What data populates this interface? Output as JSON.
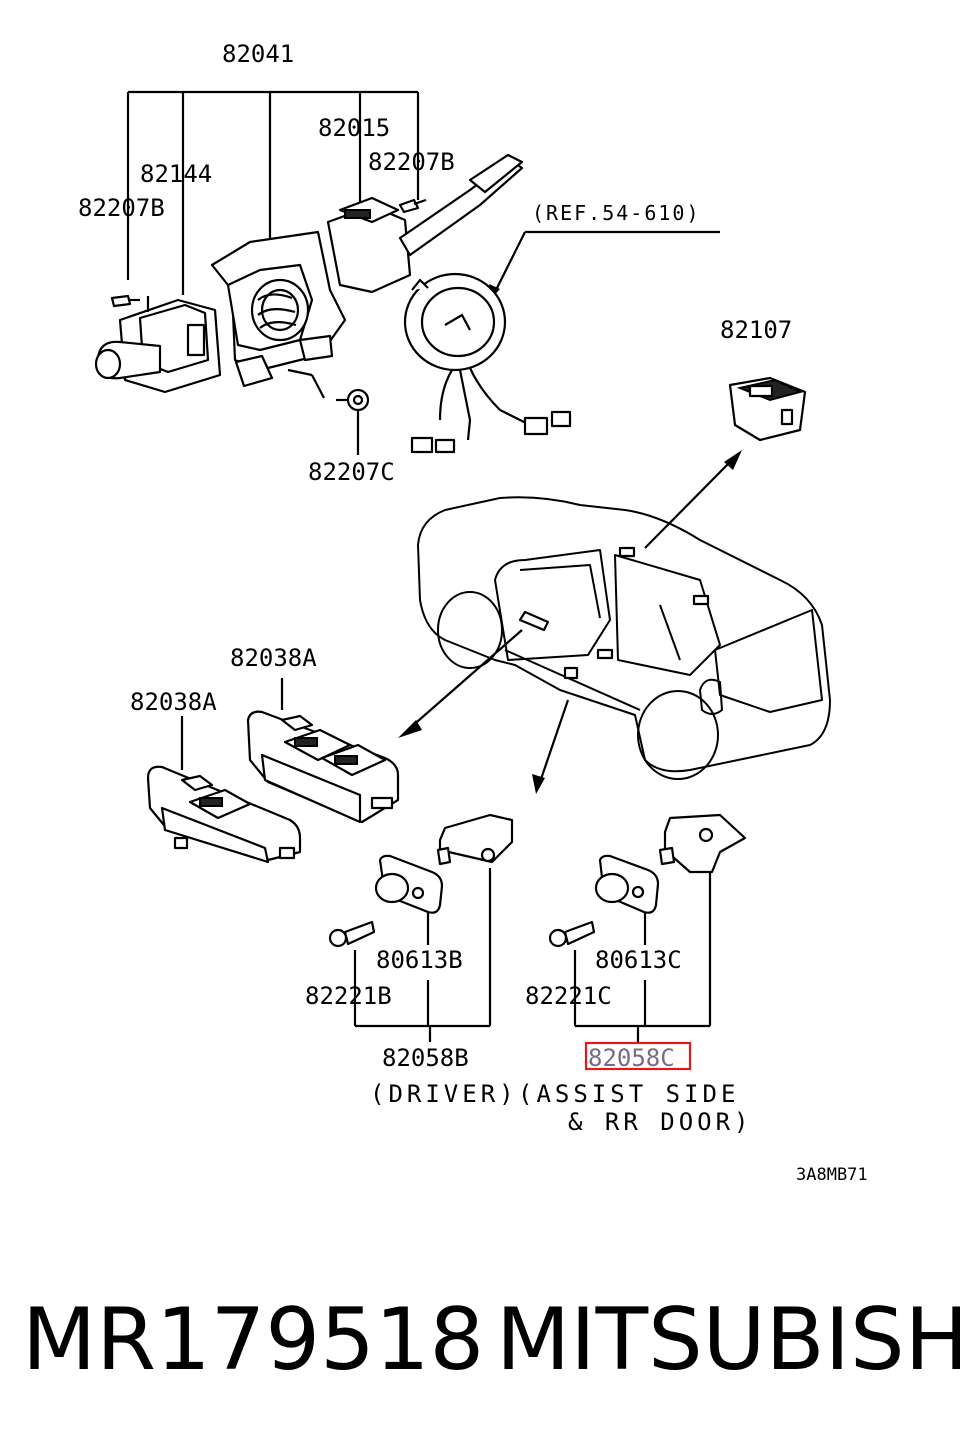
{
  "diagram": {
    "labels": {
      "p82041": "82041",
      "p82015": "82015",
      "p82207B_top": "82207B",
      "p82144": "82144",
      "p82207B_left": "82207B",
      "ref": "(REF.54-610)",
      "p82107": "82107",
      "p82207C": "82207C",
      "p82038A_right": "82038A",
      "p82038A_left": "82038A",
      "p80613B": "80613B",
      "p82221B": "82221B",
      "p82058B": "82058B",
      "driver": "(DRIVER)",
      "p80613C": "80613C",
      "p82221C": "82221C",
      "p82058C": "82058C",
      "assist": "(ASSIST SIDE",
      "rr_door": "& RR DOOR)",
      "diagram_code": "3A8MB71"
    },
    "highlighted_part": "82058C",
    "highlight_color": "#e01a1a"
  },
  "footer": {
    "part_number": "MR179518",
    "brand": "MITSUBISHI"
  }
}
